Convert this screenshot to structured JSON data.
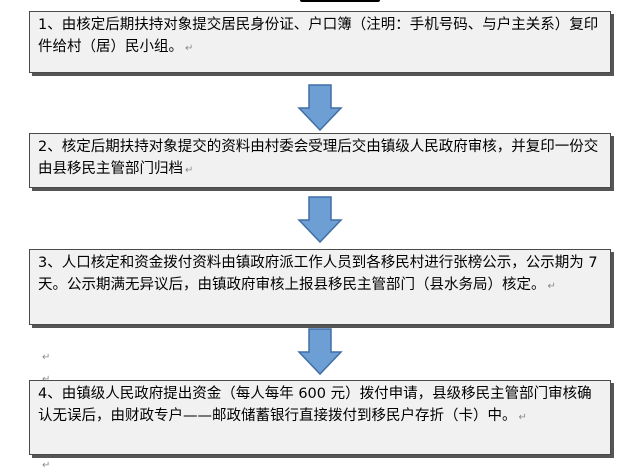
{
  "colors": {
    "box_fill": "#f1f1f1",
    "box_border": "#4a4a4a",
    "arrow_fill": "#6d9fd4",
    "arrow_stroke": "#3f6fa5"
  },
  "paragraph_mark": "↵",
  "steps": [
    {
      "text": "1、由核定后期扶持对象提交居民身份证、户口簿（注明：手机号码、与户主关系）复印件给村（居）民小组。"
    },
    {
      "text": "2、核定后期扶持对象提交的资料由村委会受理后交由镇级人民政府审核，并复印一份交由县移民主管部门归档"
    },
    {
      "text": "3、人口核定和资金拨付资料由镇政府派工作人员到各移民村进行张榜公示，公示期为 7 天。公示期满无异议后，由镇政府审核上报县移民主管部门（县水务局）核定。"
    },
    {
      "text": "4、由镇级人民政府提出资金（每人每年 600 元）拨付申请，县级移民主管部门审核确认无误后，由财政专户——邮政储蓄银行直接拨付到移民户存折（卡）中。"
    }
  ]
}
